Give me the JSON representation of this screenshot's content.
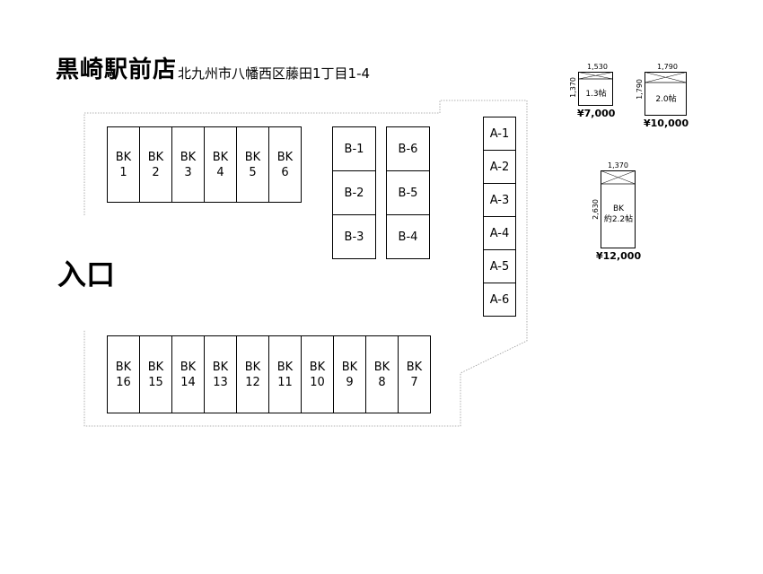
{
  "store": {
    "name": "黒崎駅前店",
    "address": "北九州市八幡西区藤田1丁目1-4"
  },
  "map": {
    "entrance_label": "入口",
    "bk_top_row": [
      {
        "code": "BK",
        "num": "1"
      },
      {
        "code": "BK",
        "num": "2"
      },
      {
        "code": "BK",
        "num": "3"
      },
      {
        "code": "BK",
        "num": "4"
      },
      {
        "code": "BK",
        "num": "5"
      },
      {
        "code": "BK",
        "num": "6"
      }
    ],
    "bk_bottom_row": [
      {
        "code": "BK",
        "num": "16"
      },
      {
        "code": "BK",
        "num": "15"
      },
      {
        "code": "BK",
        "num": "14"
      },
      {
        "code": "BK",
        "num": "13"
      },
      {
        "code": "BK",
        "num": "12"
      },
      {
        "code": "BK",
        "num": "11"
      },
      {
        "code": "BK",
        "num": "10"
      },
      {
        "code": "BK",
        "num": "9"
      },
      {
        "code": "BK",
        "num": "8"
      },
      {
        "code": "BK",
        "num": "7"
      }
    ],
    "b_left_column": [
      "B-1",
      "B-2",
      "B-3"
    ],
    "b_right_column": [
      "B-6",
      "B-5",
      "B-4"
    ],
    "a_column": [
      "A-1",
      "A-2",
      "A-3",
      "A-4",
      "A-5",
      "A-6"
    ]
  },
  "legend": {
    "unit_small": {
      "width": "1,530",
      "depth": "1,370",
      "size": "1.3帖",
      "price": "¥7,000"
    },
    "unit_medium": {
      "width": "1,790",
      "depth": "1,790",
      "size": "2.0帖",
      "price": "¥10,000"
    },
    "unit_bk": {
      "width": "1,370",
      "depth": "2,630",
      "code": "BK",
      "size": "約2.2帖",
      "price": "¥12,000"
    }
  }
}
